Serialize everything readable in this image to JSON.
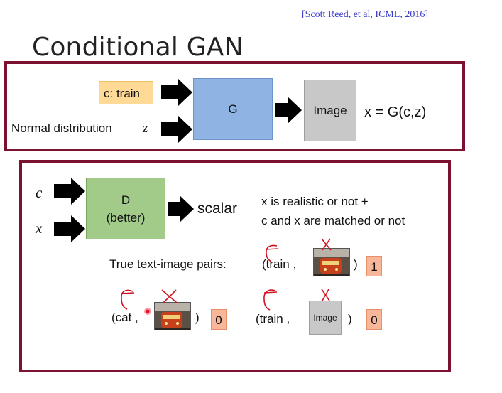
{
  "citation": "[Scott Reed, et al, ICML, 2016]",
  "title": "Conditional GAN",
  "generator": {
    "condition_label": "c: train",
    "noise_label": "Normal distribution",
    "noise_var": "z",
    "block_label": "G",
    "output_label": "Image",
    "formula": "x = G(c,z)"
  },
  "discriminator": {
    "input_c": "c",
    "input_x": "x",
    "block_line1": "D",
    "block_line2": "(better)",
    "output_label": "scalar",
    "desc_line1": "x is realistic or not +",
    "desc_line2": "c and x are matched or not"
  },
  "pairs": {
    "label": "True text-image pairs:",
    "true_pair": {
      "open": "(train ,",
      "close": ")",
      "score": "1"
    },
    "cat_pair": {
      "open": "(cat ,",
      "close": ")",
      "score": "0"
    },
    "train_image_pair": {
      "open": "(train ,",
      "image_label": "Image",
      "close": ")",
      "score": "0"
    }
  },
  "colors": {
    "frame": "#7b1230",
    "generator_fill": "#8fb4e3",
    "discriminator_fill": "#a2cb8a",
    "condition_fill": "#ffd996",
    "score_fill": "#f9b79a",
    "annotation_ink": "#d01020",
    "citation_text": "#3a3acc"
  }
}
